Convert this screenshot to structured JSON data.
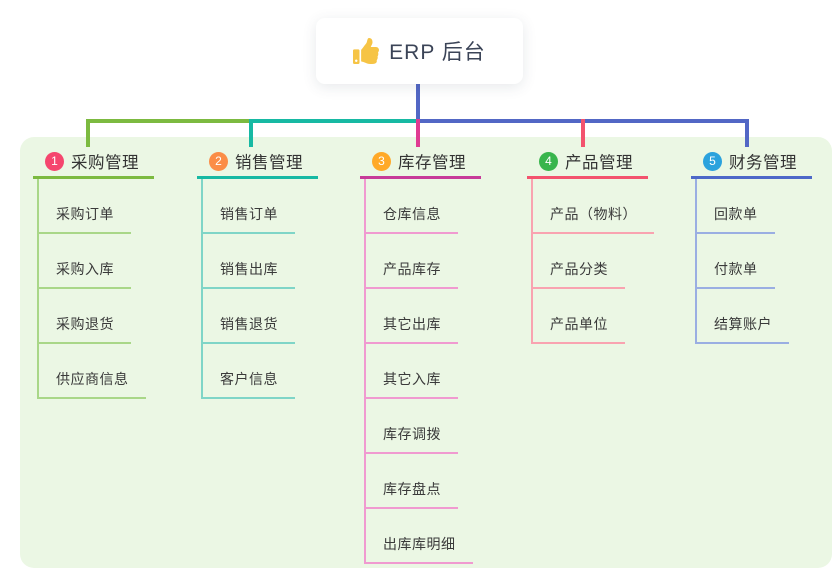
{
  "root": {
    "label": "ERP 后台",
    "icon": "thumbs-up-icon",
    "icon_color": "#f6c445"
  },
  "colors": {
    "canvas_background": "#ebf7e4",
    "root_connector": "#5267c5",
    "bus_segments": [
      "#7cba40",
      "#17b9a3",
      "#5267c5"
    ],
    "drop_lines": [
      "#7cba40",
      "#17b9a3",
      "#e03b92",
      "#f3536e",
      "#5267c5"
    ]
  },
  "branches": [
    {
      "index": "1",
      "label": "采购管理",
      "badge_color": "#f5466e",
      "line_color": "#7cba40",
      "child_line_color": "#a9d788",
      "children": [
        "采购订单",
        "采购入库",
        "采购退货",
        "供应商信息"
      ]
    },
    {
      "index": "2",
      "label": "销售管理",
      "badge_color": "#fb8d47",
      "line_color": "#17b9a3",
      "child_line_color": "#7fd5c7",
      "children": [
        "销售订单",
        "销售出库",
        "销售退货",
        "客户信息"
      ]
    },
    {
      "index": "3",
      "label": "库存管理",
      "badge_color": "#ffa928",
      "line_color": "#c73b99",
      "child_line_color": "#f09ad0",
      "children": [
        "仓库信息",
        "产品库存",
        "其它出库",
        "其它入库",
        "库存调拨",
        "库存盘点",
        "出库库明细"
      ]
    },
    {
      "index": "4",
      "label": "产品管理",
      "badge_color": "#38b54c",
      "line_color": "#f3536e",
      "child_line_color": "#f9a3b0",
      "children": [
        "产品（物料）",
        "产品分类",
        "产品单位"
      ]
    },
    {
      "index": "5",
      "label": "财务管理",
      "badge_color": "#2ba2dd",
      "line_color": "#4d68c8",
      "child_line_color": "#9aaee2",
      "children": [
        "回款单",
        "付款单",
        "结算账户"
      ]
    }
  ]
}
